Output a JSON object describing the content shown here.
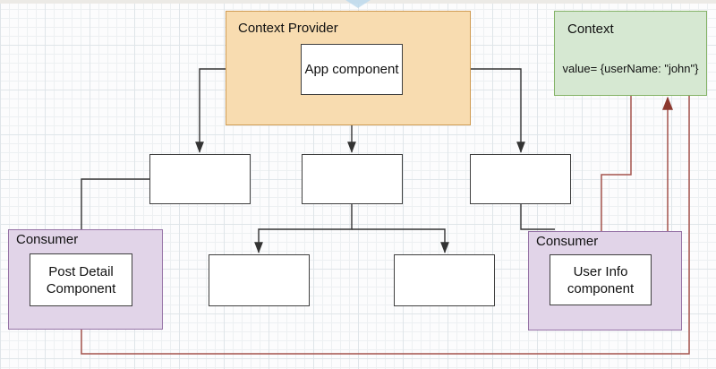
{
  "nodes": {
    "provider": {
      "label": "Context Provider"
    },
    "app": {
      "label": "App component"
    },
    "context": {
      "title": "Context",
      "value": "value= {userName: \"john\"}"
    },
    "consumer_left": {
      "label": "Consumer"
    },
    "post_detail": {
      "label": "Post Detail Component"
    },
    "consumer_right": {
      "label": "Consumer"
    },
    "user_info": {
      "label": "User Info component"
    }
  },
  "colors": {
    "provider-fill": "#f8dcb0",
    "provider-stroke": "#cf9b52",
    "context-fill": "#d6e8d2",
    "context-stroke": "#83b266",
    "consumer-fill": "#e1d4e8",
    "consumer-stroke": "#9673a6",
    "node-fill": "#ffffff",
    "node-stroke": "#3f3f3f",
    "edge-black": "#333333",
    "edge-red": "#a3534d",
    "red-arrow": "#8c382e",
    "grid-minor": "#edf0f2",
    "grid-major": "#dfe5e9",
    "canvas-bg": "#fcfcfd",
    "hint-arrow": "#bdd9ec",
    "text": "#111111"
  }
}
